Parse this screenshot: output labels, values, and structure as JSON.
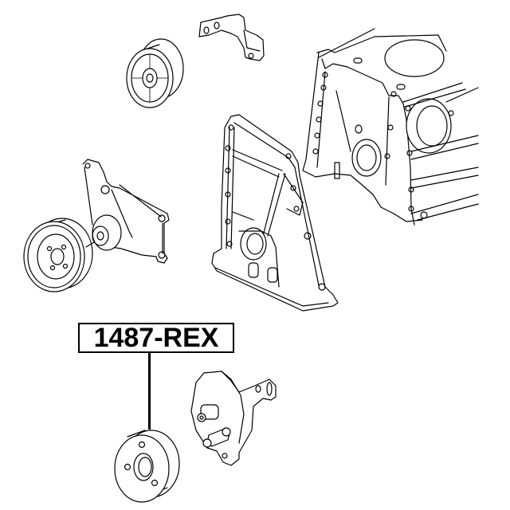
{
  "diagram": {
    "type": "exploded parts diagram",
    "part_label": "1487-REX",
    "leader_target": "pulley-damper",
    "components": [
      {
        "id": "bracket-top",
        "description": "mounting bracket"
      },
      {
        "id": "idler-pulley",
        "description": "idler pulley"
      },
      {
        "id": "engine-block",
        "description": "engine block front"
      },
      {
        "id": "timing-cover",
        "description": "timing cover"
      },
      {
        "id": "tensioner-assembly",
        "description": "tensioner bracket with pulley"
      },
      {
        "id": "crank-pulley",
        "description": "crankshaft pulley"
      },
      {
        "id": "pulley-damper",
        "description": "labeled part 1487-REX"
      },
      {
        "id": "pump-housing",
        "description": "pump/flange housing"
      }
    ],
    "colors": {
      "line": "#000000",
      "background": "#ffffff"
    }
  }
}
